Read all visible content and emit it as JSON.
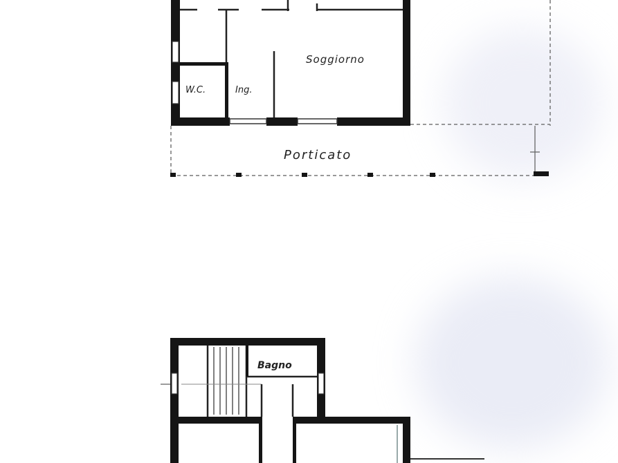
{
  "labels": {
    "soggiorno": "Soggiorno",
    "wc": "W.C.",
    "ing": "Ing.",
    "porticato": "Porticato",
    "bagno": "Bagno"
  },
  "colors": {
    "wall": "#151515",
    "background": "#ffffff",
    "smudge": "#dfe2f0"
  }
}
